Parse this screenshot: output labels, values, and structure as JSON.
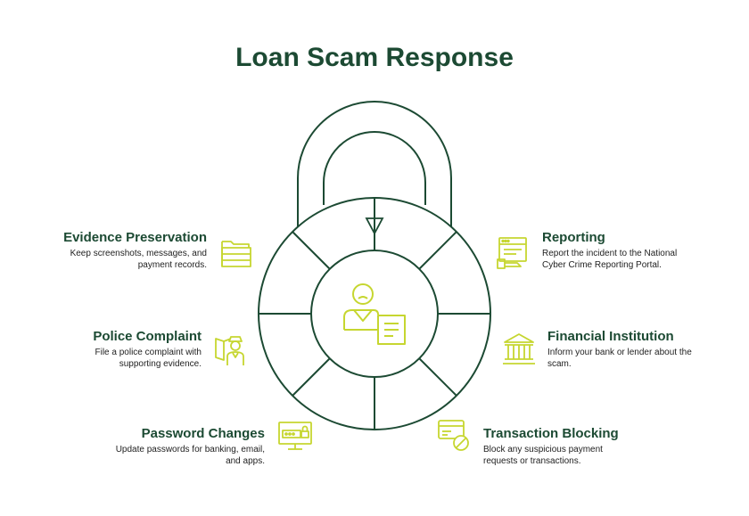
{
  "title": "Loan Scam Response",
  "colors": {
    "lock": "#1c4a33",
    "accent": "#c6d630",
    "heading": "#1c4a33"
  },
  "items": [
    {
      "key": "evidence",
      "side": "left",
      "icon": "folder-icon",
      "heading": "Evidence Preservation",
      "line1": "Keep screenshots, messages, and",
      "line2": "payment records."
    },
    {
      "key": "police",
      "side": "left",
      "icon": "police-officer-icon",
      "heading": "Police Complaint",
      "line1": "File a police complaint with",
      "line2": "supporting evidence."
    },
    {
      "key": "password",
      "side": "left",
      "icon": "password-monitor-icon",
      "heading": "Password Changes",
      "line1": "Update passwords for banking, email,",
      "line2": "and apps."
    },
    {
      "key": "reporting",
      "side": "right",
      "icon": "report-browser-icon",
      "heading": "Reporting",
      "line1": "Report the incident to the National",
      "line2": "Cyber Crime Reporting Portal."
    },
    {
      "key": "financial",
      "side": "right",
      "icon": "bank-icon",
      "heading": "Financial Institution",
      "line1": "Inform your bank or lender about the",
      "line2": "scam."
    },
    {
      "key": "blocking",
      "side": "right",
      "icon": "blocked-card-icon",
      "heading": "Transaction Blocking",
      "line1": "Block any suspicious payment",
      "line2": "requests or transactions."
    }
  ]
}
